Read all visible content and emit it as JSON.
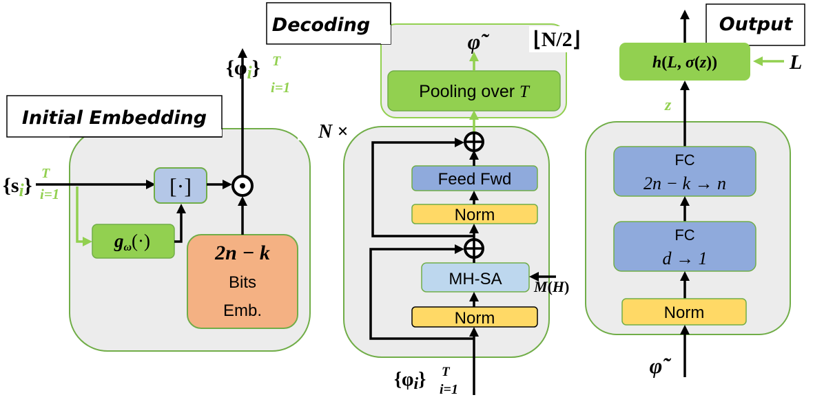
{
  "colors": {
    "panel_fill": "#ececec",
    "panel_stroke": "#70ad47",
    "green_block": "#92d050",
    "blue_block": "#8faadc",
    "light_blue_block": "#bdd7ee",
    "concat_block": "#b4c7e7",
    "norm_block": "#ffd966",
    "bits_block": "#f4b183",
    "arrow_black": "#000000",
    "arrow_green": "#92d050"
  },
  "sections": {
    "initial_embedding": {
      "title": "Initial Embedding",
      "input_label": "{s",
      "input_sub": "i",
      "input_bracket": "}",
      "input_sup": "T",
      "input_range": "i=1",
      "concat_label": "[·]",
      "g_label": "g",
      "g_sub": "ω",
      "g_arg": "(·)",
      "bits_expr": "2n − k",
      "bits_line1": "Bits",
      "bits_line2": "Emb.",
      "hadamard_symbol": "⊙",
      "output_label": "{φ",
      "output_sub": "i",
      "output_bracket": "}",
      "output_sup": "T",
      "output_range": "i=1"
    },
    "decoding": {
      "title": "Decoding",
      "repeat_label": "N ×",
      "pooling_label": "Pooling over ",
      "pooling_var": "T",
      "pooled_output": "φ̃",
      "floor_label": "⌊N/2⌋",
      "feed_forward_label": "Feed Fwd",
      "norm_top_label": "Norm",
      "mhsa_label": "MH-SA",
      "norm_bottom_label": "Norm",
      "mask_label": "M(H)",
      "add_symbol": "⊕",
      "input_label": "{φ",
      "input_sub": "i",
      "input_bracket": "}",
      "input_sup": "T",
      "input_range": "i=1"
    },
    "output": {
      "title": "Output",
      "h_label": "h(L, σ(z))",
      "L_label": "L",
      "z_label": "z",
      "fc_top_line1": "FC",
      "fc_top_line2": "2n − k → n",
      "fc_bottom_line1": "FC",
      "fc_bottom_line2": "d → 1",
      "norm_label": "Norm",
      "input_label": "φ̃"
    }
  }
}
